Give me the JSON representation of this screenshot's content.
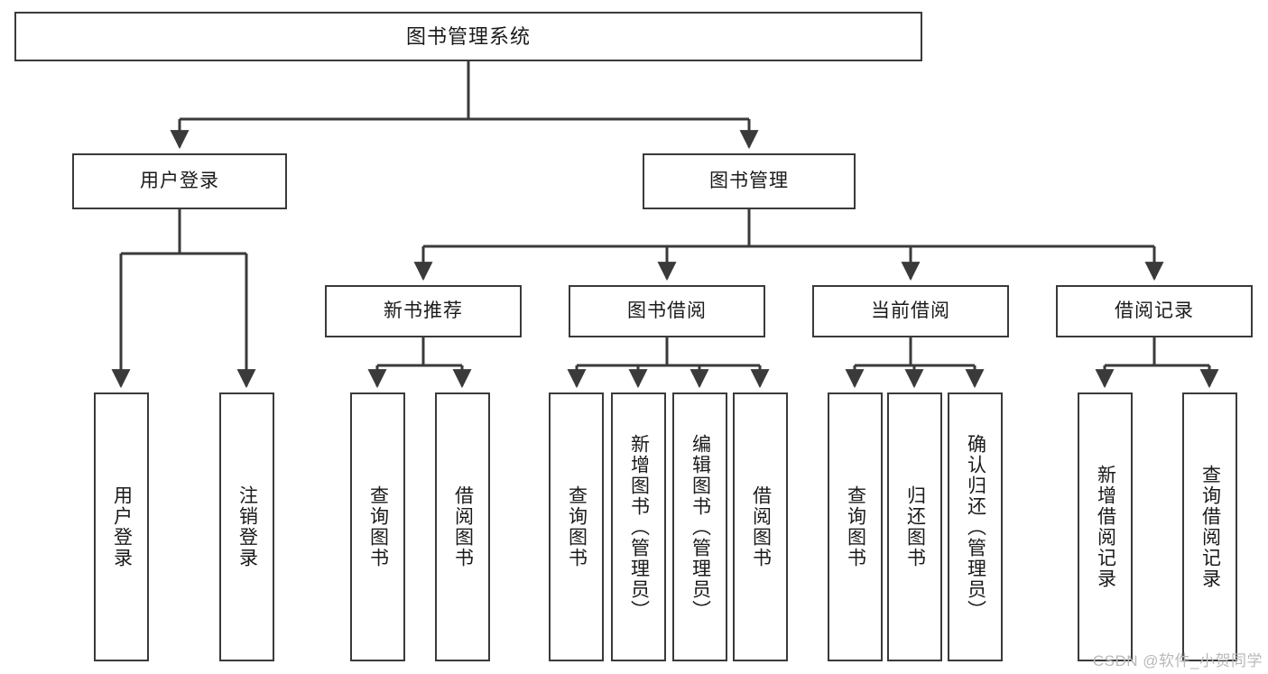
{
  "diagram": {
    "title": "图书管理系统",
    "watermark": "CSDN @软件_小贺同学",
    "accent_border": "#3a3a3a",
    "background": "#ffffff",
    "nodes": {
      "root": {
        "label": "图书管理系统"
      },
      "level2": [
        {
          "id": "user-login",
          "label": "用户登录"
        },
        {
          "id": "book-management",
          "label": "图书管理"
        }
      ],
      "level3": [
        {
          "id": "new-book-recommend",
          "label": "新书推荐"
        },
        {
          "id": "book-borrow",
          "label": "图书借阅"
        },
        {
          "id": "current-borrow",
          "label": "当前借阅"
        },
        {
          "id": "borrow-record",
          "label": "借阅记录"
        }
      ],
      "leaves": {
        "user_login": [
          {
            "id": "leaf-user-login",
            "label": "用户登录"
          },
          {
            "id": "leaf-logout-login",
            "label": "注销登录"
          }
        ],
        "new_book_recommend": [
          {
            "id": "leaf-query-book-1",
            "label": "查询图书"
          },
          {
            "id": "leaf-borrow-book-1",
            "label": "借阅图书"
          }
        ],
        "book_borrow": [
          {
            "id": "leaf-query-book-2",
            "label": "查询图书"
          },
          {
            "id": "leaf-add-book",
            "label": "新增图书（管理员）"
          },
          {
            "id": "leaf-edit-book",
            "label": "编辑图书（管理员）"
          },
          {
            "id": "leaf-borrow-book-2",
            "label": "借阅图书"
          }
        ],
        "current_borrow": [
          {
            "id": "leaf-query-book-3",
            "label": "查询图书"
          },
          {
            "id": "leaf-return-book",
            "label": "归还图书"
          },
          {
            "id": "leaf-confirm-return",
            "label": "确认归还（管理员）"
          }
        ],
        "borrow_record": [
          {
            "id": "leaf-add-record",
            "label": "新增借阅记录"
          },
          {
            "id": "leaf-query-record",
            "label": "查询借阅记录"
          }
        ]
      }
    }
  }
}
